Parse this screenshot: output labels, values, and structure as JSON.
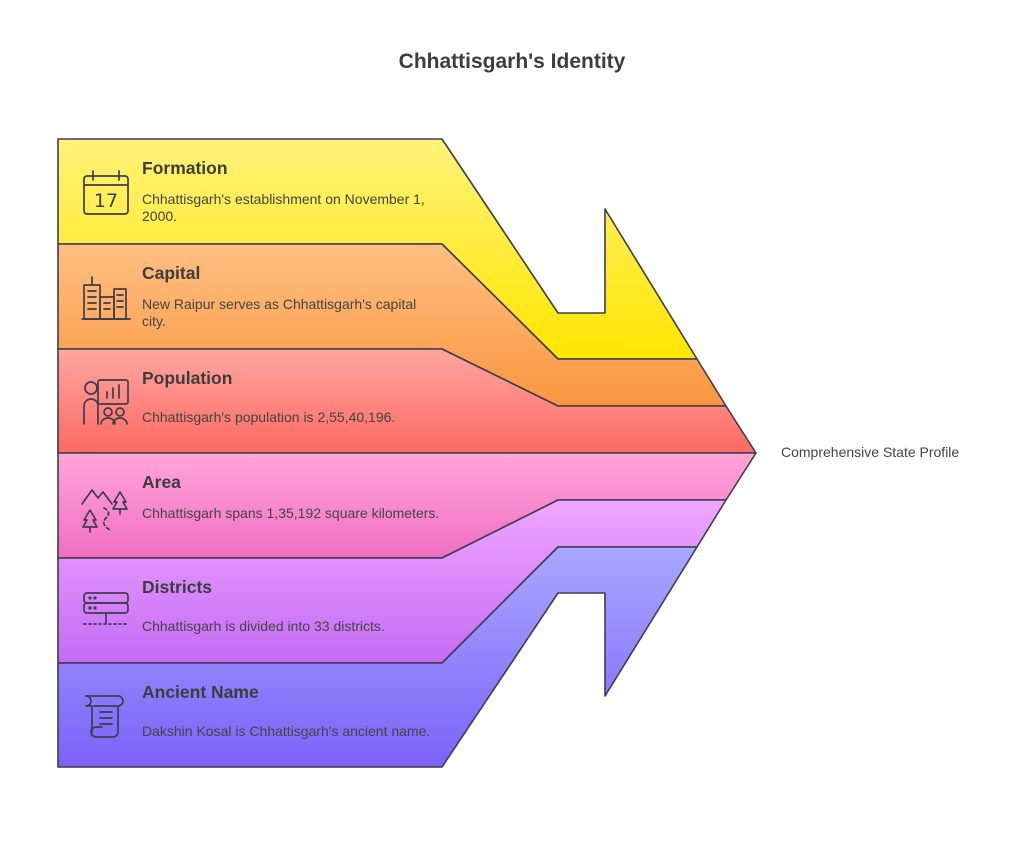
{
  "title": "Chhattisgarh's Identity",
  "sections": [
    {
      "label": "Formation",
      "description": "Chhattisgarh's establishment on November 1, 2000.",
      "icon": "calendar-icon",
      "icon_text": "17",
      "color_top": "#fff27a",
      "color_bottom": "#ffe600"
    },
    {
      "label": "Capital",
      "description": "New Raipur serves as Chhattisgarh's capital city.",
      "icon": "buildings-icon",
      "color_top": "#ffbf82",
      "color_bottom": "#f9963f"
    },
    {
      "label": "Population",
      "description": "Chhattisgarh's population is 2,55,40,196.",
      "icon": "presentation-icon",
      "color_top": "#ffa6a0",
      "color_bottom": "#fb6a62"
    },
    {
      "label": "Area",
      "description": "Chhattisgarh spans 1,35,192 square kilometers.",
      "icon": "landscape-icon",
      "color_top": "#ffa6da",
      "color_bottom": "#f06ec2"
    },
    {
      "label": "Districts",
      "description": "Chhattisgarh is divided into 33 districts.",
      "icon": "server-icon",
      "color_top": "#efa6ff",
      "color_bottom": "#c46cf4"
    },
    {
      "label": "Ancient Name",
      "description": "Dakshin Kosal is Chhattisgarh's ancient name.",
      "icon": "scroll-icon",
      "color_top": "#a8a8ff",
      "color_bottom": "#7c62f8"
    }
  ],
  "outcome": "Comprehensive State Profile",
  "colors": {
    "outline": "#3d3d4d",
    "text": "#444444"
  }
}
